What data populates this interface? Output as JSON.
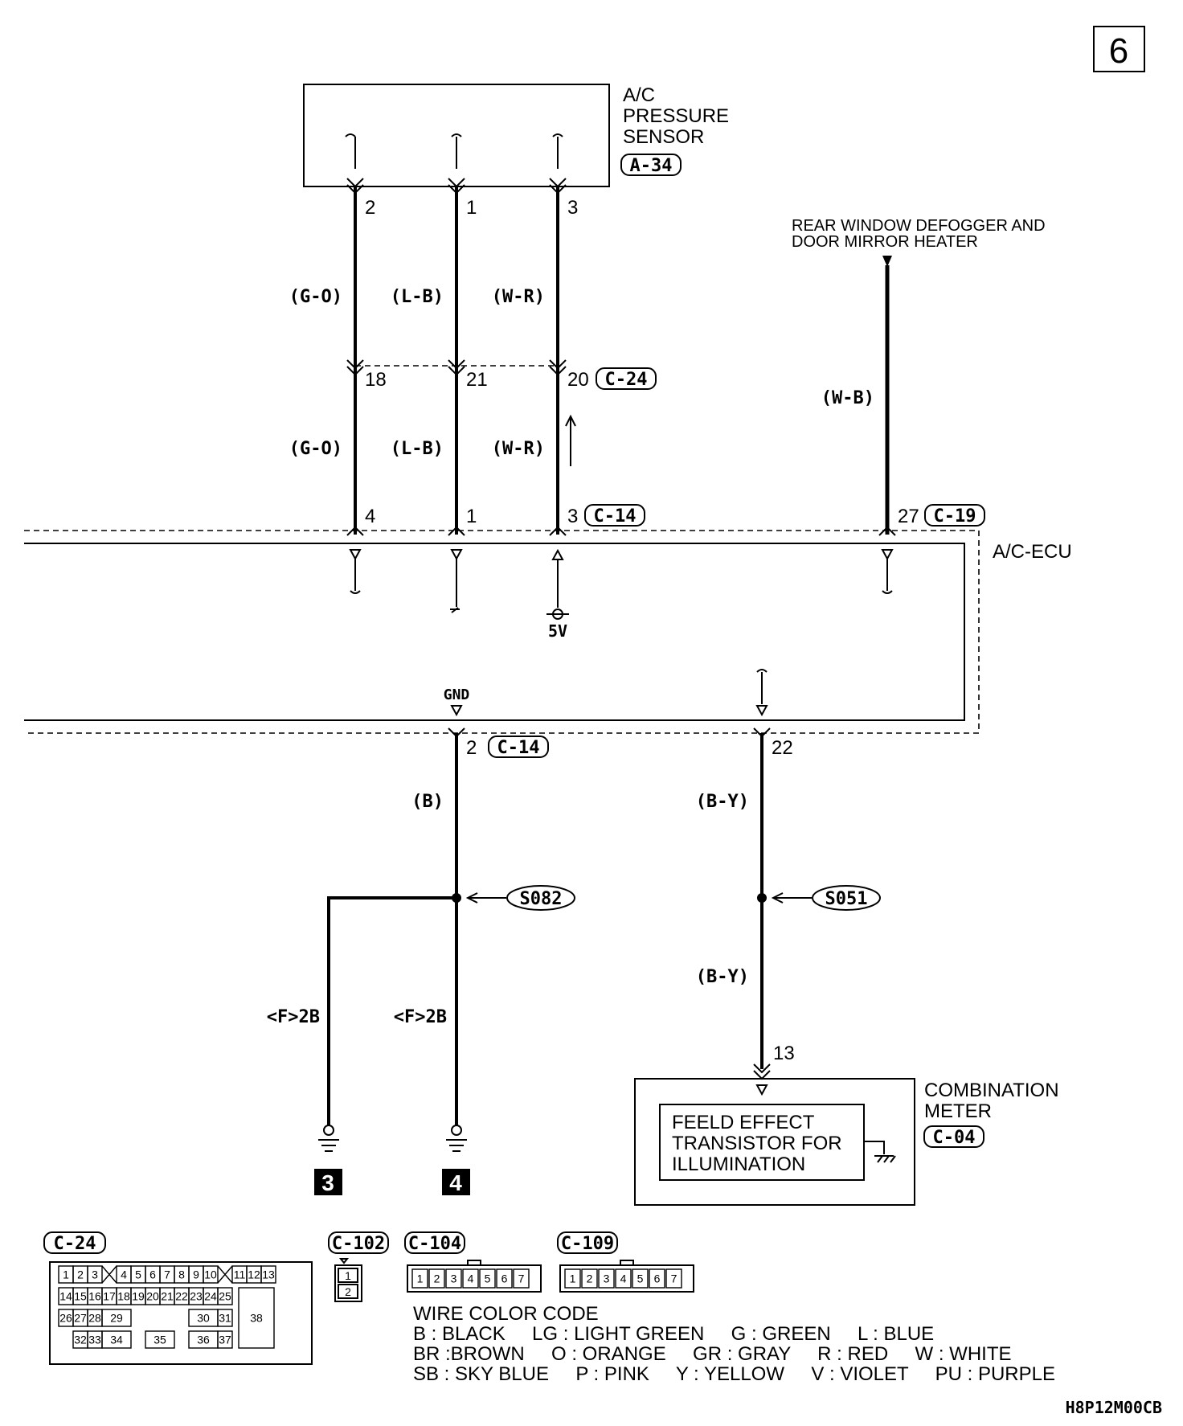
{
  "page_number": "6",
  "footer_code": "H8P12M00CB",
  "components": {
    "pressure_sensor": {
      "name_lines": [
        "A/C",
        "PRESSURE",
        "SENSOR"
      ],
      "connector": "A-34"
    },
    "rear_defogger": {
      "name_lines": [
        "REAR WINDOW DEFOGGER AND",
        "DOOR MIRROR HEATER"
      ]
    },
    "ac_ecu": {
      "name": "A/C-ECU",
      "gnd_label": "GND",
      "voltage_label": "5V"
    },
    "combination_meter": {
      "name_lines": [
        "COMBINATION",
        "METER"
      ],
      "connector": "C-04",
      "inner_lines": [
        "FEELD EFFECT",
        "TRANSISTOR FOR",
        "ILLUMINATION"
      ]
    }
  },
  "connectors": {
    "c24": "C-24",
    "c14_top": "C-14",
    "c19": "C-19",
    "c14_bottom": "C-14"
  },
  "wires": {
    "w1": {
      "color_code": "(G-O)",
      "sensor_pin": "2",
      "c24_pin": "18",
      "ecu_pin": "4"
    },
    "w2": {
      "color_code": "(L-B)",
      "sensor_pin": "1",
      "c24_pin": "21",
      "ecu_pin": "1"
    },
    "w3": {
      "color_code": "(W-R)",
      "sensor_pin": "3",
      "c24_pin": "20",
      "ecu_pin": "3"
    },
    "w4": {
      "color_code": "(W-B)",
      "ecu_pin": "27"
    },
    "w5": {
      "color_code": "(B)",
      "ecu_pin": "2",
      "ground_code": "<F>2B"
    },
    "w6": {
      "color_code": "(B-Y)",
      "ecu_pin": "22",
      "meter_pin": "13"
    }
  },
  "splices": {
    "s082": "S082",
    "s051": "S051"
  },
  "grounds": {
    "g3": "3",
    "g4": "4"
  },
  "connector_views": {
    "c24": {
      "label": "C-24",
      "row1": [
        "1",
        "2",
        "3",
        "4",
        "5",
        "6",
        "7",
        "8",
        "9",
        "10",
        "11",
        "12",
        "13"
      ],
      "row2": [
        "14",
        "15",
        "16",
        "17",
        "18",
        "19",
        "20",
        "21",
        "22",
        "23",
        "24",
        "25"
      ],
      "row3": [
        "26",
        "27",
        "28",
        "29",
        "30",
        "31"
      ],
      "row4": [
        "32",
        "33",
        "34",
        "35",
        "36",
        "37"
      ],
      "big": "38"
    },
    "c102": {
      "label": "C-102",
      "pins": [
        "1",
        "2"
      ]
    },
    "c104": {
      "label": "C-104",
      "pins": [
        "1",
        "2",
        "3",
        "4",
        "5",
        "6",
        "7"
      ]
    },
    "c109": {
      "label": "C-109",
      "pins": [
        "1",
        "2",
        "3",
        "4",
        "5",
        "6",
        "7"
      ]
    }
  },
  "wire_color_code": {
    "title": "WIRE COLOR CODE",
    "line1": "B : BLACK     LG : LIGHT GREEN     G : GREEN     L : BLUE",
    "line2": "BR :BROWN     O : ORANGE     GR : GRAY     R : RED     W : WHITE",
    "line3": "SB : SKY BLUE     P : PINK     Y : YELLOW     V : VIOLET     PU : PURPLE"
  }
}
